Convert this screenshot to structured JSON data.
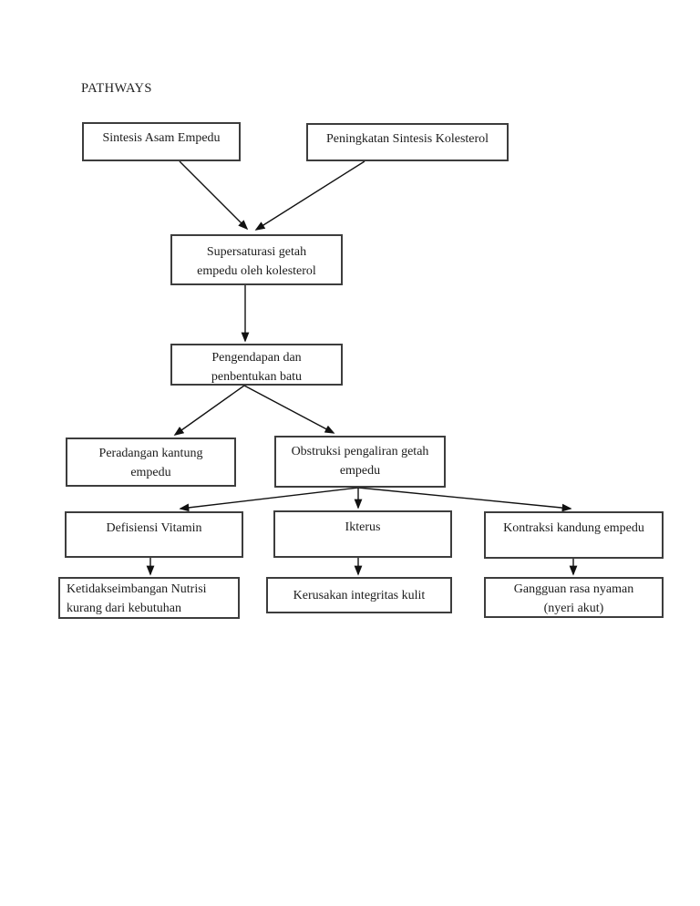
{
  "page": {
    "title": "PATHWAYS"
  },
  "diagram": {
    "nodes": [
      {
        "id": "sintesis-asam-empedu",
        "lines": [
          "Sintesis Asam Empedu",
          ""
        ]
      },
      {
        "id": "peningkatan-sintesis-kolesterol",
        "lines": [
          "Peningkatan Sintesis Kolesterol",
          ""
        ]
      },
      {
        "id": "supersaturasi-getah-empedu",
        "lines": [
          "Supersaturasi getah",
          "empedu oleh kolesterol"
        ]
      },
      {
        "id": "pengendapan-penbentukan-batu",
        "lines": [
          "Pengendapan dan",
          "penbentukan batu"
        ]
      },
      {
        "id": "peradangan-kantung-empedu",
        "lines": [
          "Peradangan kantung",
          "empedu"
        ]
      },
      {
        "id": "obstruksi-pengaliran-getah",
        "lines": [
          "Obstruksi pengaliran getah",
          "empedu"
        ]
      },
      {
        "id": "defisiensi-vitamin",
        "lines": [
          "Defisiensi Vitamin",
          ""
        ]
      },
      {
        "id": "ikterus",
        "lines": [
          "Ikterus",
          ""
        ]
      },
      {
        "id": "kontraksi-kandung-empedu",
        "lines": [
          "Kontraksi kandung empedu",
          ""
        ]
      },
      {
        "id": "ketidakseimbangan-nutrisi",
        "lines": [
          "Ketidakseimbangan Nutrisi",
          "kurang dari kebutuhan"
        ]
      },
      {
        "id": "kerusakan-integritas-kulit",
        "lines": [
          "Kerusakan integritas kulit",
          ""
        ]
      },
      {
        "id": "gangguan-rasa-nyaman",
        "lines": [
          "Gangguan rasa nyaman",
          "(nyeri akut)"
        ]
      }
    ],
    "edges": [
      {
        "from": "sintesis-asam-empedu",
        "to": "supersaturasi-getah-empedu"
      },
      {
        "from": "peningkatan-sintesis-kolesterol",
        "to": "supersaturasi-getah-empedu"
      },
      {
        "from": "supersaturasi-getah-empedu",
        "to": "pengendapan-penbentukan-batu"
      },
      {
        "from": "pengendapan-penbentukan-batu",
        "to": "peradangan-kantung-empedu"
      },
      {
        "from": "pengendapan-penbentukan-batu",
        "to": "obstruksi-pengaliran-getah"
      },
      {
        "from": "obstruksi-pengaliran-getah",
        "to": "defisiensi-vitamin"
      },
      {
        "from": "obstruksi-pengaliran-getah",
        "to": "ikterus"
      },
      {
        "from": "obstruksi-pengaliran-getah",
        "to": "kontraksi-kandung-empedu"
      },
      {
        "from": "defisiensi-vitamin",
        "to": "ketidakseimbangan-nutrisi"
      },
      {
        "from": "ikterus",
        "to": "kerusakan-integritas-kulit"
      },
      {
        "from": "kontraksi-kandung-empedu",
        "to": "gangguan-rasa-nyaman"
      }
    ],
    "colors": {
      "background": "#ffffff",
      "box_border": "#3d3d3d",
      "arrow": "#111111",
      "text": "#1c1c1c"
    }
  }
}
